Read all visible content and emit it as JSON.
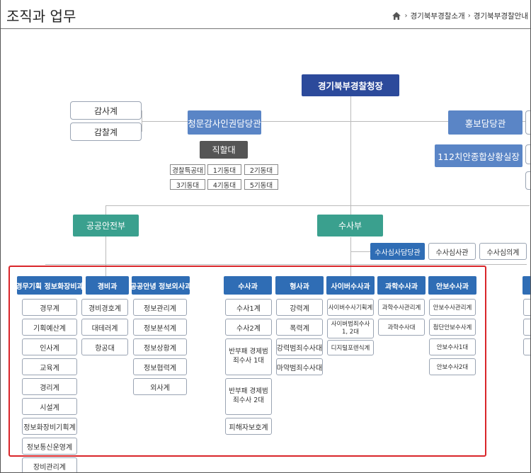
{
  "header": {
    "title": "조직과 업무",
    "breadcrumb": [
      "경기북부경찰소개",
      "경기북부경찰안내"
    ]
  },
  "chief": "경기북부경찰청장",
  "audit": [
    "감사계",
    "감찰계"
  ],
  "hearing": "청문감사인권담당관",
  "direct_unit": {
    "label": "직할대",
    "units": [
      "경찰특공대",
      "1기동대",
      "2기동대",
      "3기동대",
      "4기동대",
      "5기동대"
    ]
  },
  "pr": "홍보담당관",
  "situation": "112치안종합상황실장",
  "bureaus": [
    "공공안전부",
    "수사부"
  ],
  "investigation_review": [
    "수사심사담당관",
    "수사심사관",
    "수사심의계"
  ],
  "departments": [
    {
      "name": "경무기획 정보화장비과",
      "subs": [
        "경무계",
        "기획예산계",
        "인사계",
        "교육계",
        "경리계",
        "시설계",
        "정보화장비기획계",
        "정보통신운영계",
        "장비관리계"
      ]
    },
    {
      "name": "경비과",
      "subs": [
        "경비경호계",
        "대테러계",
        "항공대"
      ]
    },
    {
      "name": "공공안녕 정보외사과",
      "subs": [
        "정보관리계",
        "정보분석계",
        "정보상황계",
        "정보협력계",
        "외사계"
      ]
    },
    {
      "name": "수사과",
      "subs": [
        "수사1계",
        "수사2계",
        "반부패 경제범죄수사 1대",
        "반부패 경제범죄수사 2대",
        "피해자보호계"
      ]
    },
    {
      "name": "형사과",
      "subs": [
        "강력계",
        "폭력계",
        "강력범죄수사대",
        "마약범죄수사대"
      ]
    },
    {
      "name": "사이버수사과",
      "subs": [
        "사이버수사기획계",
        "사이버범죄수사 1, 2대",
        "디지털포렌식계"
      ]
    },
    {
      "name": "과학수사과",
      "subs": [
        "과학수사관리계",
        "과학수사대"
      ]
    },
    {
      "name": "안보수사과",
      "subs": [
        "안보수사관리계",
        "첨단안보수사계",
        "안보수사1대",
        "안보수사2대"
      ]
    }
  ],
  "colors": {
    "chief": "#2c4a9b",
    "mid_blue": "#5a85c6",
    "dept_blue": "#2f6db5",
    "teal": "#3aa08e",
    "highlight": "#d9262a"
  }
}
